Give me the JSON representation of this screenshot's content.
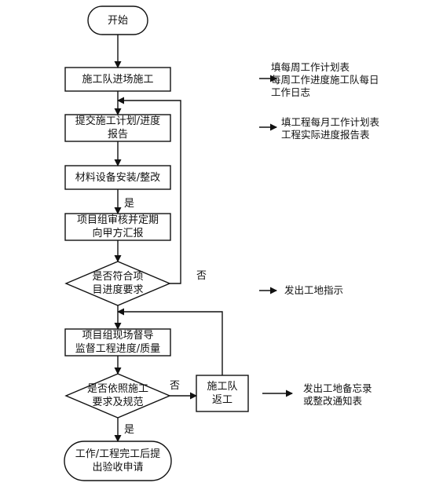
{
  "flow": {
    "start": "开始",
    "step1": "施工队进场施工",
    "step2": [
      "提交施工计划/进度",
      "报告"
    ],
    "step3": "材料设备安装/整改",
    "step4": [
      "项目组审核并定期",
      "向甲方汇报"
    ],
    "decision1": [
      "是否符合项",
      "目进度要求"
    ],
    "step5": [
      "项目组现场督导",
      "监督工程进度/质量"
    ],
    "decision2": [
      "是否依照施工",
      "要求及规范"
    ],
    "rework": [
      "施工队",
      "返工"
    ],
    "end": [
      "工作/工程完工后提",
      "出验收申请"
    ]
  },
  "labels": {
    "yes1": "是",
    "no1": "否",
    "no2": "否",
    "yes2": "是"
  },
  "notes": {
    "note1": [
      "填每周工作计划表",
      "每周工作进度施工队每日",
      "工作日志"
    ],
    "note2": [
      "填工程每月工作计划表",
      "工程实际进度报告表"
    ],
    "note3": "发出工地指示",
    "note4": [
      "发出工地备忘录",
      "或整改通知表"
    ]
  }
}
